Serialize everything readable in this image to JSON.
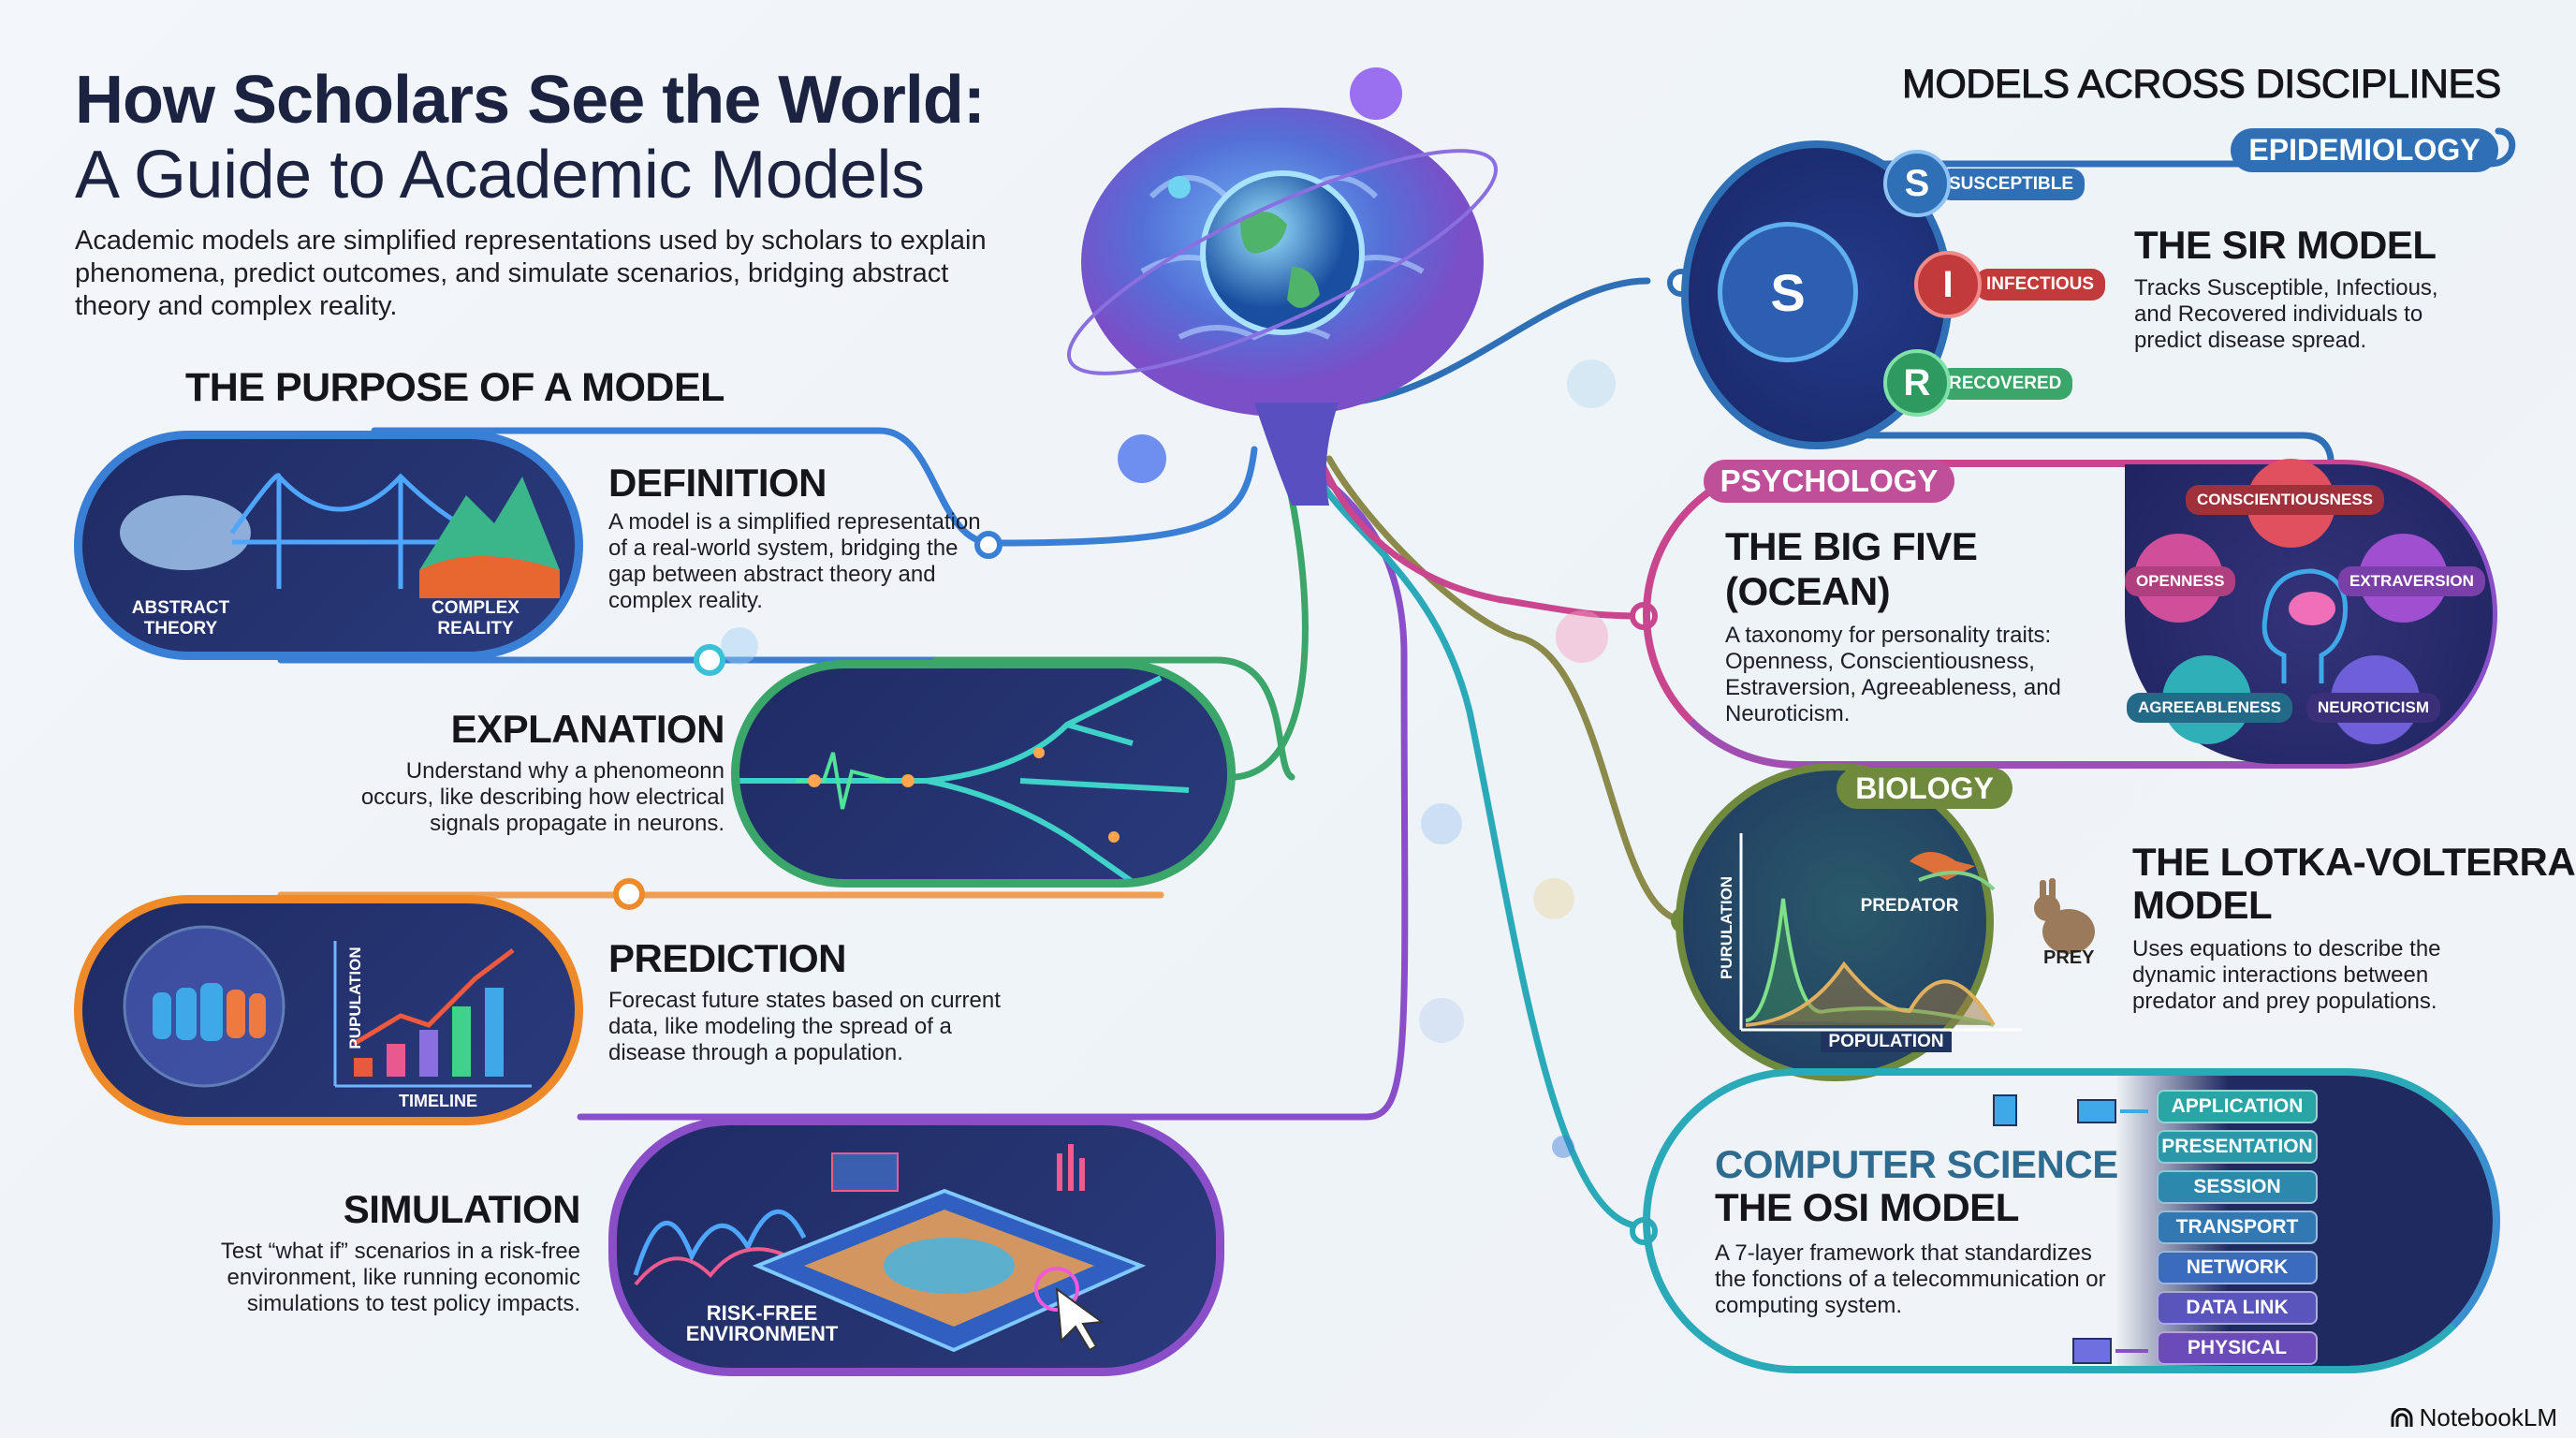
{
  "title": {
    "line1": "How Scholars See the World:",
    "line2": "A Guide to Academic Models"
  },
  "intro": "Academic models are simplified representations used by scholars to explain phenomena, predict outcomes, and simulate scenarios, bridging abstract theory and complex reality.",
  "purpose": {
    "heading": "THE PURPOSE OF A MODEL",
    "definition": {
      "title": "DEFINITION",
      "desc": "A model is a simplified representation of a real-world system, bridging the gap between abstract theory and complex reality.",
      "label_left": "ABSTRACT THEORY",
      "label_right": "COMPLEX REALITY",
      "color": "#3a7fd6"
    },
    "explanation": {
      "title": "EXPLANATION",
      "desc": "Understand why a phenomeonn occurs, like describing how electrical signals propagate in neurons.",
      "color": "#3aa66a"
    },
    "prediction": {
      "title": "PREDICTION",
      "desc": "Forecast future states based on current data, like modeling the spread of a disease through a population.",
      "y_label": "PUPULATION",
      "x_label": "TIMELINE",
      "color": "#ef8a2a"
    },
    "simulation": {
      "title": "SIMULATION",
      "desc": "Test “what if” scenarios in a risk-free environment, like running economic simulations to test policy impacts.",
      "label": "RISK-FREE ENVIRONMENT",
      "color": "#8a4fc8"
    }
  },
  "disciplines": {
    "heading": "MODELS ACROSS DISCIPLINES",
    "epidemiology": {
      "badge": "EPIDEMIOLOGY",
      "title": "THE SIR MODEL",
      "desc": "Tracks Susceptible, Infectious, and Recovered individuals to predict disease spread.",
      "center": "S",
      "nodes": [
        {
          "letter": "S",
          "label": "SUSCEPTIBLE"
        },
        {
          "letter": "I",
          "label": "INFECTIOUS"
        },
        {
          "letter": "R",
          "label": "RECOVERED"
        }
      ],
      "color": "#2f6fb5"
    },
    "psychology": {
      "badge": "PSYCHOLOGY",
      "title_line1": "THE BIG FIVE",
      "title_line2": "(OCEAN)",
      "desc": "A taxonomy for personality traits: Openness, Conscientiousness, Estraversion, Agreeableness, and Neuroticism.",
      "traits": [
        "CONSCIENTIOUSNESS",
        "OPENNESS",
        "EXTRAVERSION",
        "AGREEABLENESS",
        "NEUROTICISM"
      ],
      "color": "#c9468e"
    },
    "biology": {
      "badge": "BIOLOGY",
      "title_line1": "THE LOTKA-VOLTERRA",
      "title_line2": "MODEL",
      "desc": "Uses equations to describe the dynamic interactions between predator and prey populations.",
      "predator": "PREDATOR",
      "prey": "PREY",
      "y_label": "PURULATION",
      "x_label": "POPULATION",
      "color": "#6f8a3c"
    },
    "computer_science": {
      "badge": "COMPUTER SCIENCE",
      "title": "THE OSI MODEL",
      "desc": "A 7-layer framework that standardizes the fonctions of a telecommunication or computing system.",
      "layers": [
        "APPLICATION",
        "PRESENTATION",
        "SESSION",
        "TRANSPORT",
        "NETWORK",
        "DATA LINK",
        "PHYSICAL"
      ],
      "color": "#2aa9b8"
    }
  },
  "brand": "NotebookLM"
}
